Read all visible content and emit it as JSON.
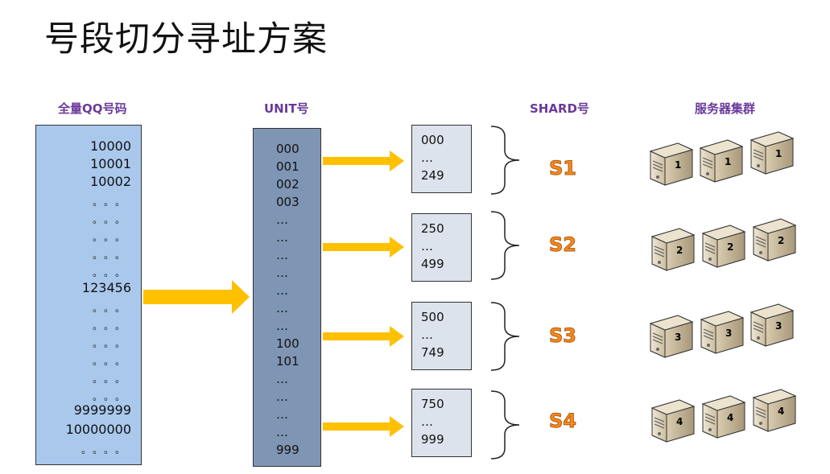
{
  "title": "号段切分寻址方案",
  "headers": {
    "qq": "全量QQ号码",
    "unit": "UNIT号",
    "shard": "SHARD号",
    "cluster": "服务器集群"
  },
  "qq_numbers": [
    "10000",
    "10001",
    "10002",
    "。。。",
    "。。。",
    "。。。",
    "。。。",
    "。。。",
    "123456",
    "。。。",
    "。。。",
    "。。。",
    "。。。",
    "。。。",
    "。。。",
    "9999999",
    "10000000",
    "。。。。"
  ],
  "units": [
    "000",
    "001",
    "002",
    "003",
    "…",
    "…",
    "…",
    "…",
    "…",
    "…",
    "…",
    "100",
    "101",
    "…",
    "…",
    "…",
    "…",
    "999"
  ],
  "shards": [
    {
      "range": [
        "000",
        "…",
        "249"
      ],
      "label": "S1",
      "server_number": "1"
    },
    {
      "range": [
        "250",
        "…",
        "499"
      ],
      "label": "S2",
      "server_number": "2"
    },
    {
      "range": [
        "500",
        "…",
        "749"
      ],
      "label": "S3",
      "server_number": "3"
    },
    {
      "range": [
        "750",
        "…",
        "999"
      ],
      "label": "S4",
      "server_number": "4"
    }
  ],
  "colors": {
    "qq_box": "#a9c8ec",
    "unit_box": "#7f95b4",
    "shard_box": "#dde3ec",
    "arrow": "#ffc000",
    "shard_label": "#f58a1f",
    "header": "#6a3a9a"
  },
  "icons": [
    "arrow-right-icon",
    "curly-brace-icon",
    "server-icon"
  ]
}
